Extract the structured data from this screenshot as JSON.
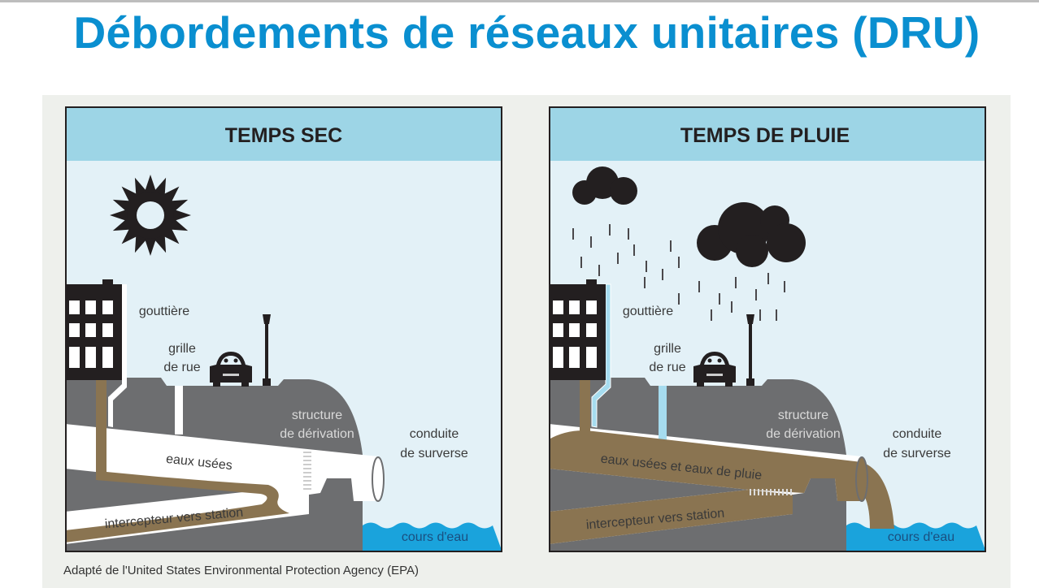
{
  "title": "Débordements de réseaux unitaires (DRU)",
  "caption": "Adapté de l'United States Environmental Protection Agency (EPA)",
  "colors": {
    "title": "#0a8fd0",
    "header": "#9dd5e6",
    "sky": "#e3f1f7",
    "ground": "#6d6e70",
    "sewage": "#8a7451",
    "water": "#1aa3dc",
    "rainwater": "#a6dcef"
  },
  "panels": {
    "dry": {
      "header": "TEMPS SEC",
      "weather_icon": "sun-icon",
      "labels": {
        "gutter": "gouttière",
        "grate_1": "grille",
        "grate_2": "de rue",
        "structure_1": "structure",
        "structure_2": "de dérivation",
        "outfall_1": "conduite",
        "outfall_2": "de surverse",
        "pipe": "eaux usées",
        "interceptor": "intercepteur vers station",
        "river": "cours d'eau"
      }
    },
    "rain": {
      "header": "TEMPS DE PLUIE",
      "weather_icon": "rain-cloud-icon",
      "labels": {
        "gutter": "gouttière",
        "grate_1": "grille",
        "grate_2": "de rue",
        "structure_1": "structure",
        "structure_2": "de dérivation",
        "outfall_1": "conduite",
        "outfall_2": "de surverse",
        "pipe": "eaux usées et eaux de pluie",
        "interceptor": "intercepteur vers station",
        "river": "cours d'eau"
      }
    }
  }
}
